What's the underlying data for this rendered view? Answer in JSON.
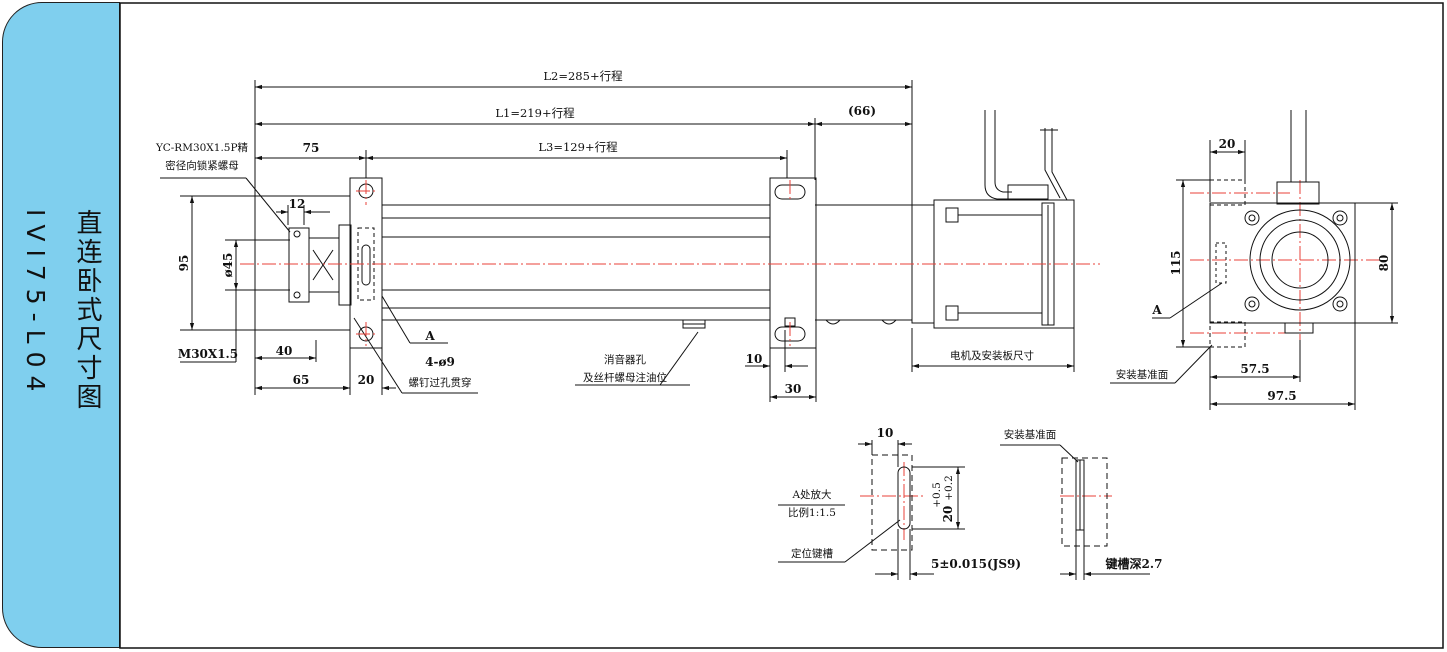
{
  "sidebar": {
    "title_cn": "直连卧式尺寸图",
    "model_code": "IVI75-L04"
  },
  "dimensions": {
    "l2": "L2=285+行程",
    "l1": "L1=219+行程",
    "l3": "L3=129+行程",
    "d66": "(66)",
    "d75": "75",
    "d12": "12",
    "d95": "95",
    "d45": "ø45",
    "d40": "40",
    "d65": "65",
    "d20_left": "20",
    "d10": "10",
    "d30": "30",
    "d20_top": "20",
    "d115": "115",
    "d80": "80",
    "d57_5": "57.5",
    "d97_5": "97.5",
    "thread": "M30X1.5",
    "hole_count": "4-ø9",
    "detail_10": "10",
    "detail_20": "20",
    "tol_upper": "+0.5",
    "tol_lower": "+0.2",
    "key_width": "5±0.015(JS9)",
    "key_depth": "键槽深2.7"
  },
  "labels": {
    "nut_line1": "YC-RM30X1.5P精",
    "nut_line2": "密径向锁紧螺母",
    "marker_a": "A",
    "marker_a_right": "A",
    "bolt_hole": "螺钉过孔贯穿",
    "muffler_line1": "消音器孔",
    "muffler_line2": "及丝杆螺母注油位",
    "motor_size": "电机及安装板尺寸",
    "mount_face": "安装基准面",
    "detail_line1": "A处放大",
    "detail_line2": "比例1:1.5",
    "locating_key": "定位键槽",
    "mount_face_detail": "安装基准面"
  },
  "colors": {
    "sidebar": "#7fcfee",
    "line": "#111111",
    "centerline": "#e8423a"
  }
}
